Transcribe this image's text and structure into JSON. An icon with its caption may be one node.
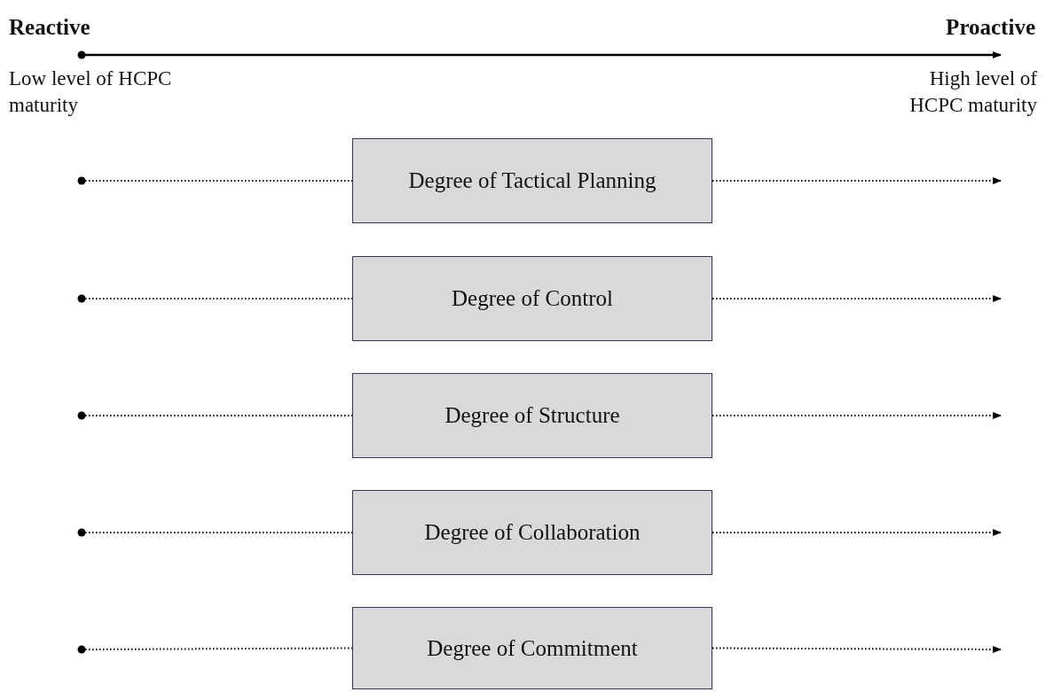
{
  "diagram": {
    "nodes": [
      {
        "text": [
          "Degree of Tactical Planning"
        ]
      },
      {
        "text": [
          "Degree of Control"
        ]
      },
      {
        "text": [
          "Degree of Structure"
        ]
      },
      {
        "text": [
          "Degree of Collaboration"
        ]
      },
      {
        "text": [
          "Degree of Commitment"
        ]
      }
    ],
    "edges": [
      {
        "from": null,
        "to": 0,
        "arrow": "other"
      },
      {
        "from": 0,
        "to": null,
        "arrow": "to"
      },
      {
        "from": null,
        "to": 1,
        "arrow": "other"
      },
      {
        "from": 1,
        "to": null,
        "arrow": "to"
      },
      {
        "from": null,
        "to": 2,
        "arrow": "other"
      },
      {
        "from": 2,
        "to": null,
        "arrow": "to"
      },
      {
        "from": null,
        "to": 3,
        "arrow": "other"
      },
      {
        "from": 3,
        "to": null,
        "arrow": "to"
      },
      {
        "from": null,
        "to": 4,
        "arrow": "other"
      },
      {
        "from": 4,
        "to": null,
        "arrow": "to"
      }
    ],
    "labels": [
      "Reactive",
      "Proactive",
      "Low level of HCPC maturity",
      "High level of HCPC maturity"
    ]
  }
}
